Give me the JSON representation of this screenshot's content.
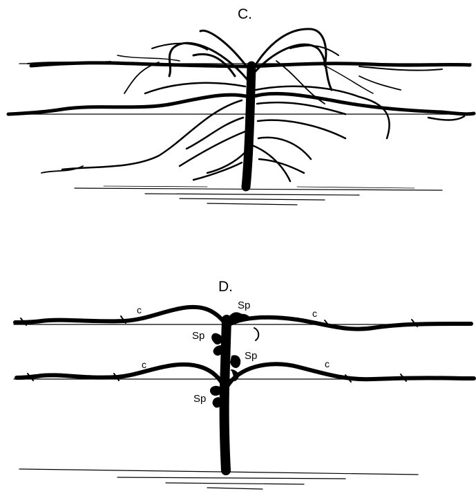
{
  "figure": {
    "panels": [
      {
        "title": "C.",
        "annotations": []
      },
      {
        "title": "D.",
        "annotations": [
          "Sp",
          "Sp",
          "Sp",
          "Sp",
          "c",
          "c",
          "c",
          "c"
        ]
      }
    ]
  }
}
